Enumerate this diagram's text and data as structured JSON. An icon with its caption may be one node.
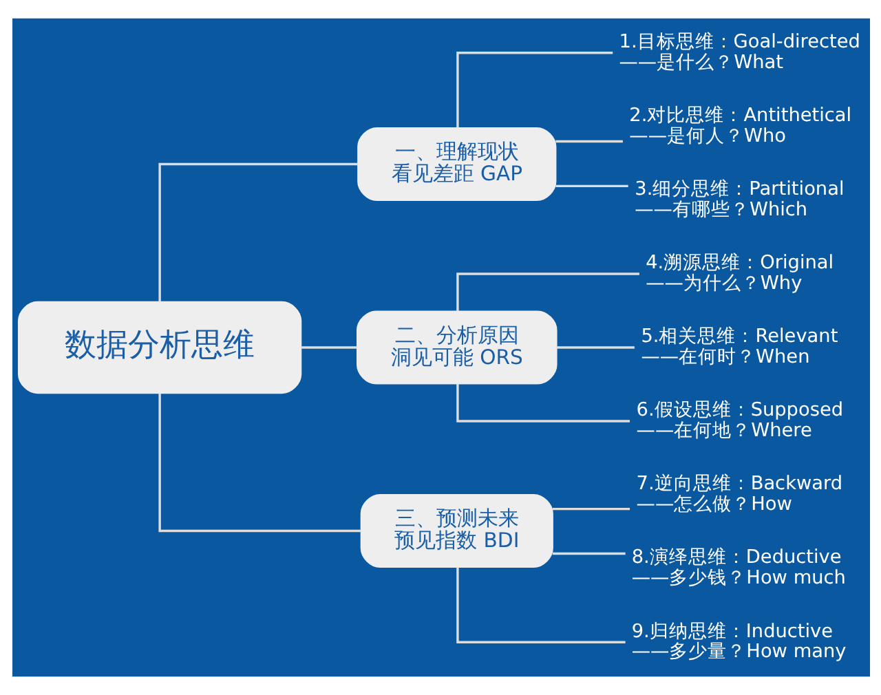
{
  "diagram": {
    "nodes": [
      {
        "text": [
          "数据分析思维"
        ]
      },
      {
        "text": [
          "一、理解现状",
          "看见差距 GAP"
        ]
      },
      {
        "text": [
          "二、分析原因",
          "洞见可能 ORS"
        ]
      },
      {
        "text": [
          "三、预测未来",
          "预见指数 BDI"
        ]
      },
      {
        "text": [
          "1.目标思维：Goal-directed",
          "——是什么？What"
        ]
      },
      {
        "text": [
          "2.对比思维：Antithetical",
          "——是何人？Who"
        ]
      },
      {
        "text": [
          "3.细分思维：Partitional",
          "——有哪些？Which"
        ]
      },
      {
        "text": [
          "4.溯源思维：Original",
          "——为什么？Why"
        ]
      },
      {
        "text": [
          "5.相关思维：Relevant",
          "——在何时？When"
        ]
      },
      {
        "text": [
          "6.假设思维：Supposed",
          "——在何地？Where"
        ]
      },
      {
        "text": [
          "7.逆向思维：Backward",
          "——怎么做？How"
        ]
      },
      {
        "text": [
          "8.演绎思维：Deductive",
          "——多少钱？How much"
        ]
      },
      {
        "text": [
          "9.归纳思维：Inductive",
          "——多少量？How many"
        ]
      }
    ],
    "edges": [
      {
        "from": 0,
        "to": 1,
        "arrow": "none"
      },
      {
        "from": 0,
        "to": 2,
        "arrow": "none"
      },
      {
        "from": 0,
        "to": 3,
        "arrow": "none"
      },
      {
        "from": 1,
        "to": 4,
        "arrow": "none"
      },
      {
        "from": 1,
        "to": 5,
        "arrow": "none"
      },
      {
        "from": 1,
        "to": 6,
        "arrow": "none"
      },
      {
        "from": 2,
        "to": 7,
        "arrow": "none"
      },
      {
        "from": 2,
        "to": 8,
        "arrow": "none"
      },
      {
        "from": 2,
        "to": 9,
        "arrow": "none"
      },
      {
        "from": 3,
        "to": 10,
        "arrow": "none"
      },
      {
        "from": 3,
        "to": 11,
        "arrow": "none"
      },
      {
        "from": 3,
        "to": 12,
        "arrow": "none"
      }
    ]
  }
}
